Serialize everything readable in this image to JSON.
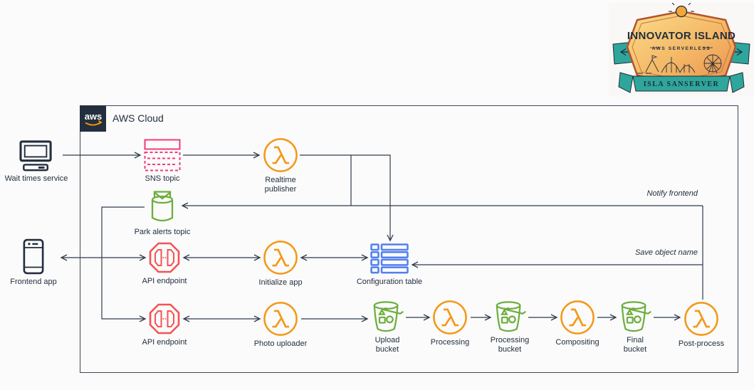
{
  "logo": {
    "title": "INNOVATOR ISLAND",
    "subtitle": "AWS SERVERLESS",
    "banner": "ISLA SANSERVER"
  },
  "cloud": {
    "label": "AWS Cloud",
    "logo_text": "aws"
  },
  "annotations": {
    "notify": "Notify frontend",
    "save": "Save object name"
  },
  "nodes": [
    {
      "id": "wait-times-service",
      "label": "Wait times service",
      "icon": "desktop-computer-icon"
    },
    {
      "id": "frontend-app",
      "label": "Frontend app",
      "icon": "mobile-phone-icon"
    },
    {
      "id": "sns-topic",
      "label": "SNS topic",
      "icon": "sns-topic-icon"
    },
    {
      "id": "realtime-publisher",
      "label": "Realtime\npublisher",
      "icon": "lambda-icon"
    },
    {
      "id": "park-alerts-topic",
      "label": "Park alerts topic",
      "icon": "sns-topic-envelope-icon"
    },
    {
      "id": "api-endpoint-config",
      "label": "API endpoint",
      "icon": "api-gateway-endpoint-icon"
    },
    {
      "id": "initialize-app",
      "label": "Initialize app",
      "icon": "lambda-icon"
    },
    {
      "id": "configuration-table",
      "label": "Configuration table",
      "icon": "dynamodb-table-icon"
    },
    {
      "id": "api-endpoint-upload",
      "label": "API endpoint",
      "icon": "api-gateway-endpoint-icon"
    },
    {
      "id": "photo-uploader",
      "label": "Photo uploader",
      "icon": "lambda-icon"
    },
    {
      "id": "upload-bucket",
      "label": "Upload\nbucket",
      "icon": "s3-bucket-icon"
    },
    {
      "id": "processing",
      "label": "Processing",
      "icon": "lambda-icon"
    },
    {
      "id": "processing-bucket",
      "label": "Processing\nbucket",
      "icon": "s3-bucket-icon"
    },
    {
      "id": "compositing",
      "label": "Compositing",
      "icon": "lambda-icon"
    },
    {
      "id": "final-bucket",
      "label": "Final\nbucket",
      "icon": "s3-bucket-icon"
    },
    {
      "id": "post-process",
      "label": "Post-process",
      "icon": "lambda-icon"
    }
  ],
  "colors": {
    "line": "#2f3b4d",
    "lambda_orange": "#f49817",
    "storage_green": "#6cae3e",
    "api_red": "#f55353",
    "sns_pink": "#f5397b",
    "table_blue": "#527ff0",
    "device_navy": "#232f3e",
    "ribbon_teal": "#2fa69b",
    "badge_gold": "#f7c86f"
  }
}
